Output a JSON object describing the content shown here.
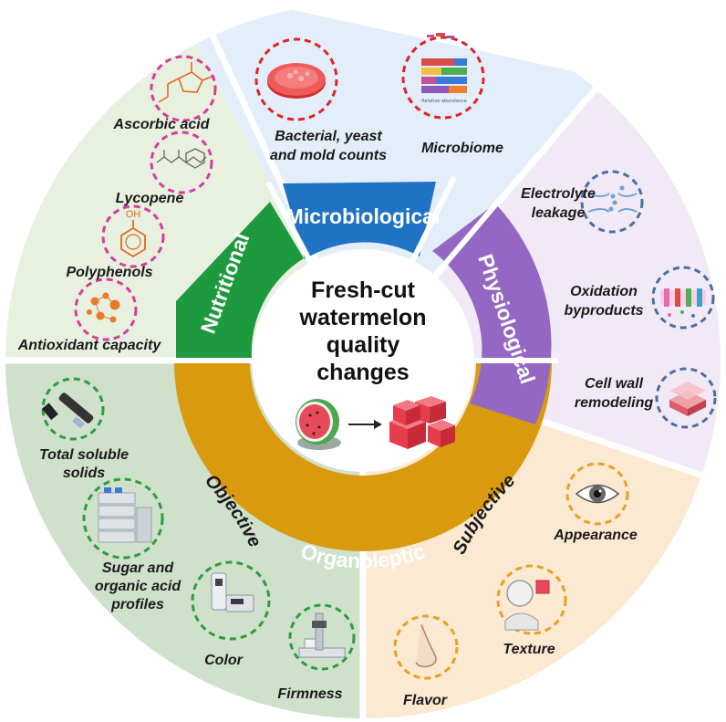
{
  "center": {
    "lines": [
      "Fresh-cut",
      "watermelon",
      "quality",
      "changes"
    ]
  },
  "categories": {
    "microbiological": {
      "label": "Microbiological",
      "color": "#1f72c4"
    },
    "physiological": {
      "label": "Physiological",
      "color": "#9467c4"
    },
    "organoleptic": {
      "label": "Organoleptic",
      "color": "#d99a0e"
    },
    "nutritional": {
      "label": "Nutritional",
      "color": "#1e9a3e"
    }
  },
  "subgroups": {
    "objective": "Objective",
    "subjective": "Subjective"
  },
  "sector_colors": {
    "microbiological": "#e3eefa",
    "physiological": "#f1eaf6",
    "subjective": "#fbe9d2",
    "objective": "#cfe0cb",
    "nutritional": "#e8f1e0"
  },
  "ring_colors": {
    "nutritional": "#d63d9b",
    "microbiological": "#e02424",
    "physiological": "#4a6ea3",
    "objective": "#2e9c3e",
    "subjective": "#e8a020"
  },
  "items": {
    "bacterial": [
      "Bacterial, yeast",
      "and mold counts"
    ],
    "microbiome": [
      "Microbiome"
    ],
    "relative_abundance": "Relative abundance",
    "electrolyte": [
      "Electrolyte",
      "leakage"
    ],
    "oxidation": [
      "Oxidation",
      "byproducts"
    ],
    "cellwall": [
      "Cell wall",
      "remodeling"
    ],
    "appearance": [
      "Appearance"
    ],
    "texture": [
      "Texture"
    ],
    "flavor": [
      "Flavor"
    ],
    "firmness": [
      "Firmness"
    ],
    "color": [
      "Color"
    ],
    "sugar": [
      "Sugar and",
      "organic acid",
      "profiles"
    ],
    "tss": [
      "Total soluble",
      "solids"
    ],
    "ascorbic": [
      "Ascorbic acid"
    ],
    "lycopene": [
      "Lycopene"
    ],
    "polyphenols": [
      "Polyphenols"
    ],
    "antioxidant": [
      "Antioxidant capacity"
    ],
    "hydroxyl": "OH"
  }
}
